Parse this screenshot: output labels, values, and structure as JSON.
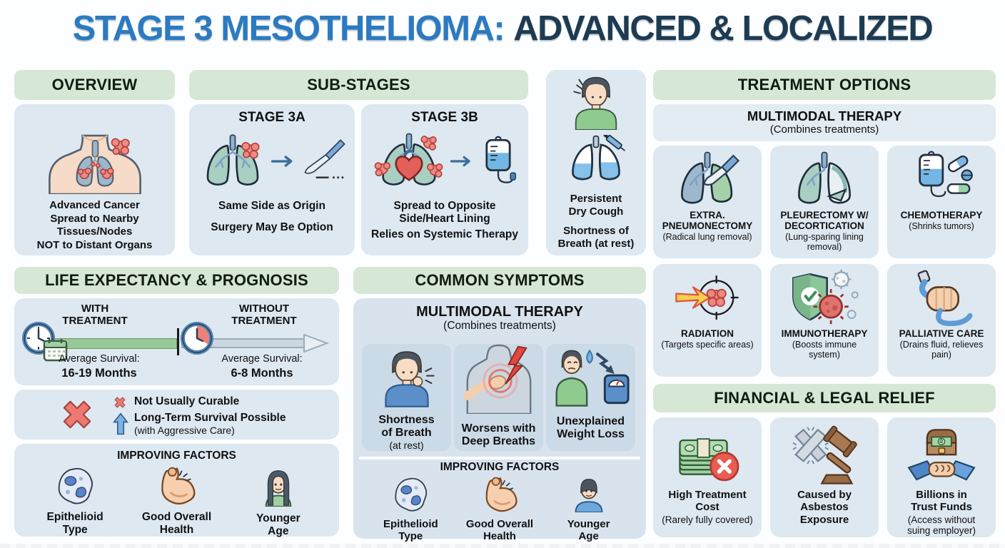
{
  "title": {
    "part1": "STAGE 3 MESOTHELIOMA:",
    "part2": "ADVANCED & LOCALIZED"
  },
  "colors": {
    "title_blue": "#2b7ac2",
    "title_navy": "#1d3b52",
    "header_green": "#d6e8d5",
    "card_blue": "#dde8f1",
    "inner_card_blue": "#cbdae7",
    "timeline_green": "#98c898",
    "alert_red": "#ed7a72",
    "accent_blue": "#6fa8dc"
  },
  "overview": {
    "header": "OVERVIEW",
    "lines": [
      "Advanced Cancer",
      "Spread to Nearby",
      "Tissues/Nodes",
      "NOT to Distant Organs"
    ]
  },
  "sub_stages": {
    "header": "SUB-STAGES",
    "stage_3a": {
      "title": "STAGE 3A",
      "caption1": "Same Side as Origin",
      "caption2": "Surgery May Be Option"
    },
    "stage_3b": {
      "title": "STAGE 3B",
      "caption1": "Spread to Opposite Side/Heart Lining",
      "caption2": "Relies on Systemic Therapy"
    }
  },
  "cough_card": {
    "item1": "Persistent Dry Cough",
    "item2": "Shortness of Breath (at rest)"
  },
  "treatment": {
    "header": "TREATMENT OPTIONS",
    "multimodal_title": "MULTIMODAL THERAPY",
    "multimodal_sub": "(Combines treatments)",
    "cards": [
      {
        "name": "EXTRA. PNEUMONECTOMY",
        "sub": "(Radical lung removal)"
      },
      {
        "name": "PLEURECTOMY W/ DECORTICATION",
        "sub": "(Lung-sparing lining removal)"
      },
      {
        "name": "CHEMOTHERAPY",
        "sub": "(Shrinks tumors)"
      },
      {
        "name": "RADIATION",
        "sub": "(Targets specific areas)"
      },
      {
        "name": "IMMUNOTHERAPY",
        "sub": "(Boosts immune system)"
      },
      {
        "name": "PALLIATIVE CARE",
        "sub": "(Drains fluid, relieves pain)"
      }
    ]
  },
  "life": {
    "header": "LIFE EXPECTANCY & PROGNOSIS",
    "with_label": "WITH TREATMENT",
    "without_label": "WITHOUT TREATMENT",
    "survival_label": "Average Survival:",
    "with_value": "16-19 Months",
    "without_value": "6-8 Months",
    "not_curable": "Not Usually Curable",
    "long_term": "Long-Term Survival Possible",
    "long_term_sub": "(with Aggressive Care)",
    "factors_title": "IMPROVING FACTORS",
    "factors": [
      "Epithelioid Type",
      "Good Overall Health",
      "Younger Age"
    ]
  },
  "symptoms": {
    "header": "COMMON SYMPTOMS",
    "multimodal_title": "MULTIMODAL THERAPY",
    "multimodal_sub": "(Combines treatments)",
    "cards": [
      {
        "name": "Shortness of Breath",
        "sub": "(at rest)"
      },
      {
        "name": "Worsens with Deep Breaths",
        "sub": ""
      },
      {
        "name": "Unexplained Weight Loss",
        "sub": ""
      }
    ],
    "factors_title": "IMPROVING FACTORS",
    "factors": [
      "Epithelioid Type",
      "Good Overall Health",
      "Younger Age"
    ]
  },
  "financial": {
    "header": "FINANCIAL & LEGAL RELIEF",
    "cards": [
      {
        "name": "High Treatment Cost",
        "sub": "(Rarely fully covered)"
      },
      {
        "name": "Caused by Asbestos Exposure",
        "sub": ""
      },
      {
        "name": "Billions in Trust Funds",
        "sub": "(Access without suing employer)"
      }
    ]
  },
  "icons": {
    "chest-lungs-tumors-icon": "torso with lungs and red tumor clusters",
    "lungs-tumor-icon": "lungs with single tumor",
    "scalpel-icon": "surgical scalpel",
    "arrow-right-icon": "right arrow",
    "lungs-heart-tumors-icon": "lungs with heart and tumors",
    "iv-bag-icon": "IV infusion bag",
    "coughing-person-icon": "person coughing",
    "fluid-lungs-syringe-icon": "lungs with fluid and syringe",
    "lungs-removal-scalpel-icon": "lung removal with scalpel",
    "lung-lining-peel-icon": "pleural lining peel",
    "iv-pills-icon": "IV bag with pills",
    "radiation-target-icon": "tumor in crosshair with beam",
    "shield-check-virus-icon": "shield with checkmark and virus",
    "hand-drain-tube-icon": "hand holding drainage tube",
    "money-stack-x-icon": "cash stack with red X badge",
    "asbestos-gavel-icon": "broken fibers and gavel",
    "chest-handshake-icon": "trust chest and handshake",
    "clock-calendar-icon": "clock with calendar",
    "clock-red-icon": "clock with red segment",
    "big-x-icon": "large red X",
    "x-mark-icon": "small red x",
    "up-arrow-icon": "blue up arrow",
    "cell-icon": "epithelioid cell",
    "bicep-icon": "flexed arm",
    "woman-icon": "younger woman",
    "man-icon": "younger man",
    "chest-pain-icon": "chest with pain bolt",
    "weight-loss-scale-icon": "person with scale and down arrow"
  }
}
